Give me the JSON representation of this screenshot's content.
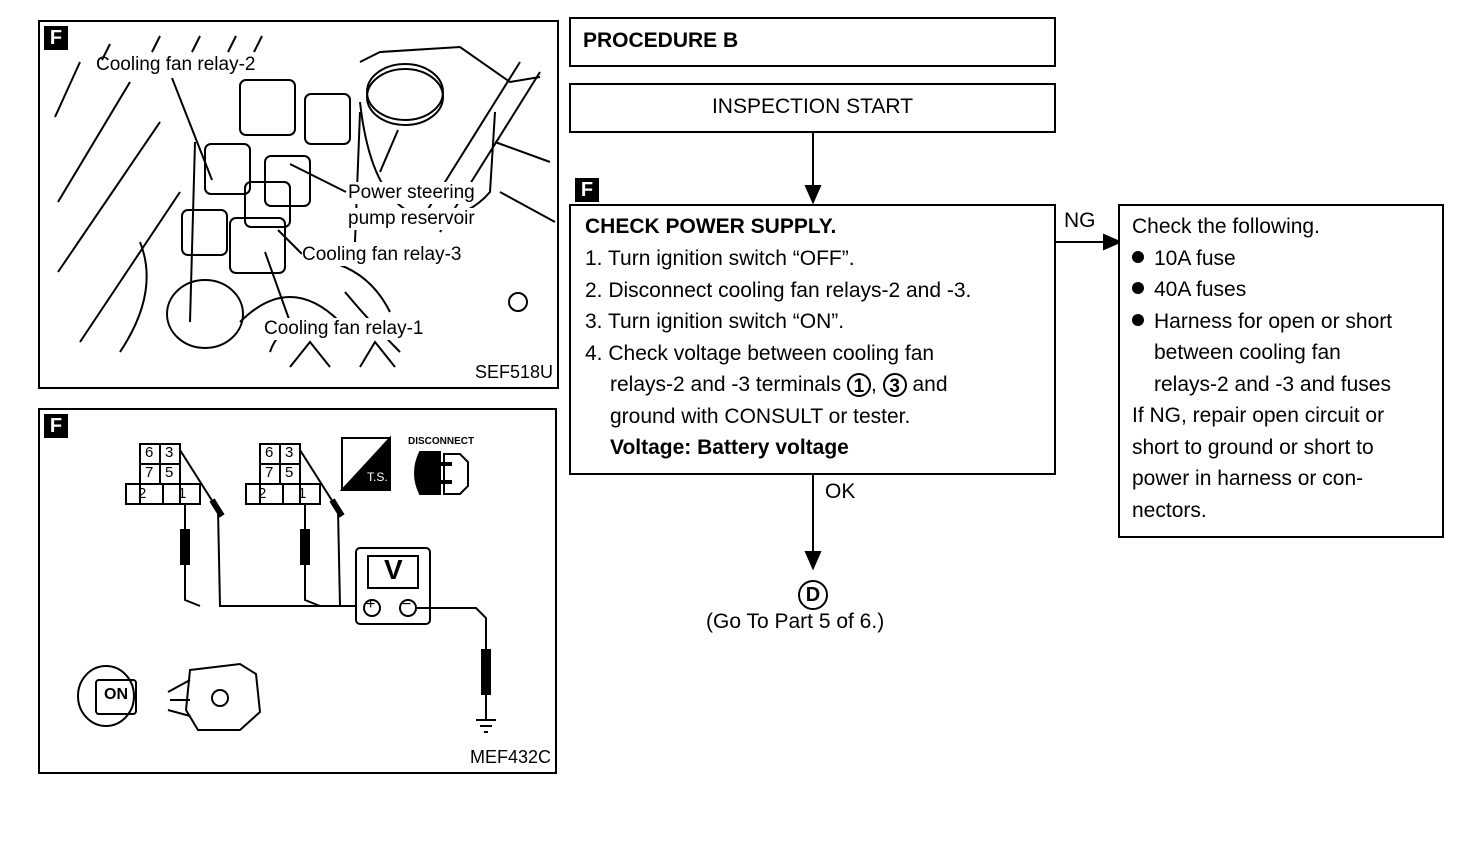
{
  "figure_top": {
    "badge": "F",
    "labels": {
      "relay2": "Cooling fan relay-2",
      "ps1": "Power steering",
      "ps2": "pump reservoir",
      "relay3": "Cooling fan relay-3",
      "relay1": "Cooling fan relay-1"
    },
    "code": "SEF518U"
  },
  "figure_bottom": {
    "badge": "F",
    "connector_pins": [
      "6",
      "3",
      "7",
      "5",
      "2",
      "1"
    ],
    "ts_label": "T.S.",
    "disconnect_label": "DISCONNECT",
    "meter_label": "V",
    "plus": "+",
    "minus": "−",
    "key_label": "ON",
    "code": "MEF432C"
  },
  "flow": {
    "procedure_title": "PROCEDURE B",
    "start": "INSPECTION START",
    "step_badge": "F",
    "check": {
      "title": "CHECK POWER SUPPLY.",
      "line1": "1. Turn ignition switch “OFF”.",
      "line2": "2. Disconnect cooling fan relays-2 and -3.",
      "line3": "3. Turn ignition switch “ON”.",
      "line4": "4. Check voltage between cooling fan",
      "line5a": "relays-2 and -3 terminals",
      "t1": "1",
      "comma": ",",
      "t3": "3",
      "line5b": "and",
      "line6": "ground with CONSULT or tester.",
      "line7": "Voltage: Battery voltage"
    },
    "ng": "NG",
    "ok": "OK",
    "ng_box": {
      "line1": "Check the following.",
      "b1": "10A fuse",
      "b2": "40A fuses",
      "b3a": "Harness for open or short",
      "b3b": "between cooling fan",
      "b3c": "relays-2 and -3 and fuses",
      "l5": "If NG, repair open circuit or",
      "l6": "short to ground or short to",
      "l7": "power in harness or con-",
      "l8": "nectors."
    },
    "goto_symbol": "D",
    "goto_text": "(Go To Part 5 of 6.)"
  }
}
